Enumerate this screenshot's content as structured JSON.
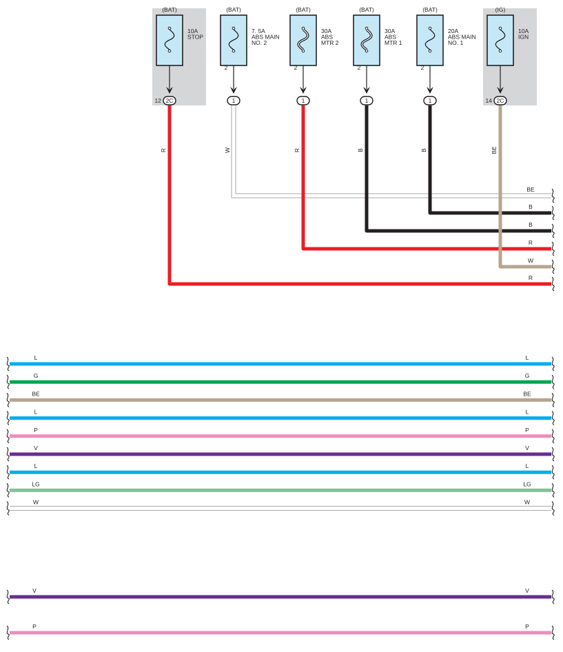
{
  "colors": {
    "R": "#ec1c24",
    "W": "#ffffff",
    "B": "#231f20",
    "BE": "#b9a48e",
    "L": "#00aeef",
    "G": "#00a650",
    "P": "#f08bbf",
    "V": "#662d91",
    "LG": "#7cc496",
    "fuse_fill": "#c5e8f7",
    "shade": "#d5d6d8"
  },
  "fuses": [
    {
      "id": "stop",
      "source": "(BAT)",
      "label": [
        "10A",
        "STOP"
      ],
      "pin": "",
      "connector": "2C",
      "connector_num": "12",
      "wire": "R",
      "shaded": true
    },
    {
      "id": "abs-main-2",
      "source": "(BAT)",
      "label": [
        "7. 5A",
        "ABS MAIN",
        "NO. 2"
      ],
      "pin": "2",
      "connector": "1",
      "connector_num": "",
      "wire": "W",
      "shaded": false
    },
    {
      "id": "abs-mtr-2",
      "source": "(BAT)",
      "label": [
        "30A",
        "ABS",
        "MTR 2"
      ],
      "pin": "2",
      "connector": "1",
      "connector_num": "",
      "wire": "R",
      "shaded": false
    },
    {
      "id": "abs-mtr-1",
      "source": "(BAT)",
      "label": [
        "30A",
        "ABS",
        "MTR 1"
      ],
      "pin": "2",
      "connector": "1",
      "connector_num": "",
      "wire": "B",
      "shaded": false
    },
    {
      "id": "abs-main-1",
      "source": "(BAT)",
      "label": [
        "20A",
        "ABS MAIN",
        "NO. 1"
      ],
      "pin": "2",
      "connector": "1",
      "connector_num": "",
      "wire": "B",
      "shaded": false
    },
    {
      "id": "ign",
      "source": "(IG)",
      "label": [
        "10A",
        "IGN"
      ],
      "pin": "",
      "connector": "2C",
      "connector_num": "14",
      "wire": "BE",
      "shaded": true
    }
  ],
  "top_right_labels": [
    "BE",
    "B",
    "B",
    "R",
    "W",
    "R"
  ],
  "middle_wires": [
    "L",
    "G",
    "BE",
    "L",
    "P",
    "V",
    "L",
    "LG",
    "W"
  ],
  "bottom_wires": [
    "V",
    "P"
  ]
}
